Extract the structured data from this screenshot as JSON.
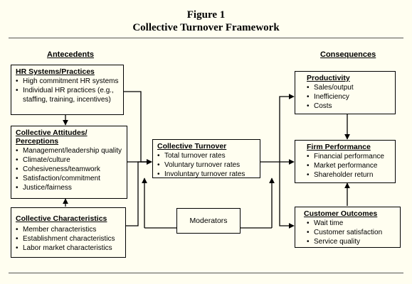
{
  "figure": {
    "title": "Figure 1",
    "subtitle": "Collective Turnover Framework"
  },
  "headings": {
    "left": "Antecedents",
    "right": "Consequences"
  },
  "boxes": {
    "hr_systems": {
      "title": "HR Systems/Practices",
      "items": [
        "High commitment HR systems",
        "Individual HR practices (e.g., staffing, training, incentives)"
      ]
    },
    "collective_attitudes": {
      "title": "Collective Attitudes/ Perceptions",
      "items": [
        "Management/leadership quality",
        "Climate/culture",
        "Cohesiveness/teamwork",
        "Satisfaction/commitment",
        "Justice/fairness"
      ]
    },
    "collective_characteristics": {
      "title": "Collective Characteristics",
      "items": [
        "Member characteristics",
        "Establishment characteristics",
        "Labor market characteristics"
      ]
    },
    "collective_turnover": {
      "title": "Collective Turnover",
      "items": [
        "Total turnover rates",
        "Voluntary turnover rates",
        "Involuntary turnover rates"
      ]
    },
    "moderators": {
      "title": "Moderators"
    },
    "productivity": {
      "title": "Productivity",
      "items": [
        "Sales/output",
        "Inefficiency",
        "Costs"
      ]
    },
    "firm_performance": {
      "title": "Firm Performance",
      "items": [
        "Financial performance",
        "Market performance",
        "Shareholder return"
      ]
    },
    "customer_outcomes": {
      "title": "Customer Outcomes",
      "items": [
        "Wait time",
        "Customer satisfaction",
        "Service quality"
      ]
    }
  }
}
